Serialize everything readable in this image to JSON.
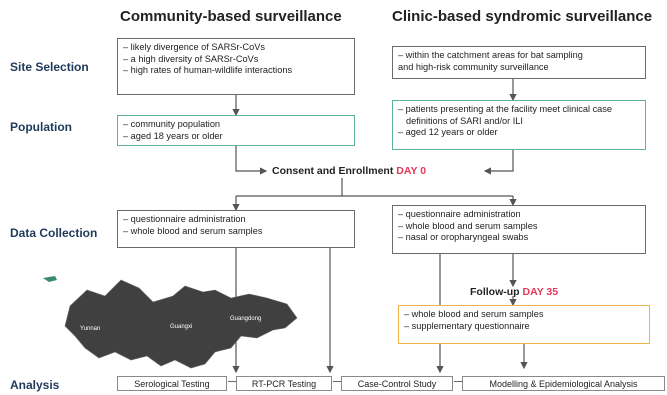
{
  "columns": {
    "community": "Community-based surveillance",
    "clinic": "Clinic-based syndromic surveillance"
  },
  "rows": {
    "site_selection": "Site Selection",
    "population": "Population",
    "data_collection": "Data Collection",
    "analysis": "Analysis"
  },
  "community_site_items": [
    "– likely divergence of SARSr-CoVs",
    "– a high diversity of SARSr-CoVs",
    "– high rates of human-wildlife interactions"
  ],
  "clinic_site_items": [
    "– within the catchment areas for bat sampling",
    "and high-risk community surveillance"
  ],
  "community_population_items": [
    "– community population",
    "– aged 18 years or older"
  ],
  "clinic_population_items": [
    "– patients presenting at the facility meet clinical case definitions of SARI and/or ILI",
    "– aged 12 years or older"
  ],
  "consent": {
    "label": "Consent and Enrollment",
    "day": "DAY 0"
  },
  "community_collection_items": [
    "– questionnaire administration",
    "– whole blood and serum samples"
  ],
  "clinic_collection_items": [
    "– questionnaire administration",
    "– whole blood and serum samples",
    "– nasal or oropharyngeal swabs"
  ],
  "followup": {
    "label": "Follow-up",
    "day": "DAY 35"
  },
  "followup_items": [
    "– whole blood and serum samples",
    "– supplementary questionnaire"
  ],
  "analysis_steps": [
    "Serological Testing",
    "RT-PCR Testing",
    "Case-Control Study",
    "Modelling & Epidemiological Analysis"
  ],
  "map_labels": [
    "Yunnan",
    "Guangxi",
    "Guangdong"
  ],
  "colors": {
    "map_fill": "#404040",
    "green_border": "#5fb39a",
    "orange_border": "#f0b04a",
    "day_red": "#e53958",
    "row_label_blue": "#1f3a5a"
  }
}
